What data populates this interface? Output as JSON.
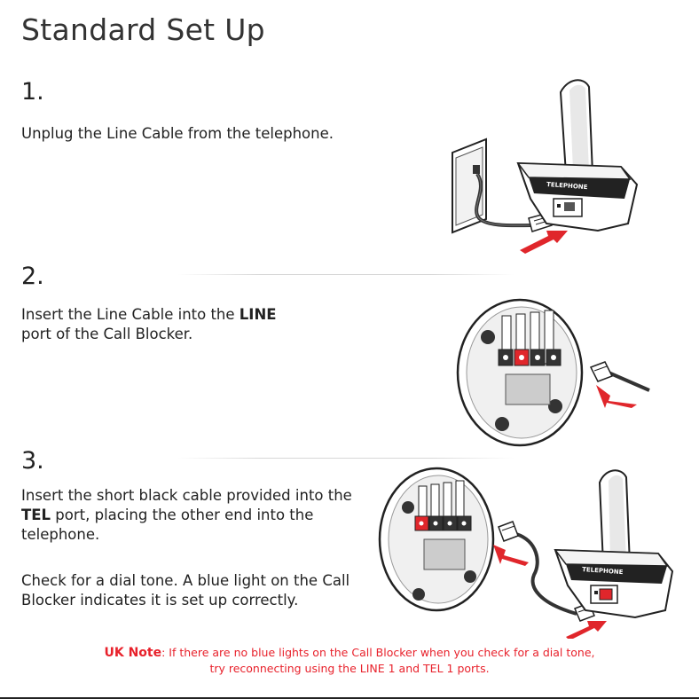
{
  "title": "Standard Set Up",
  "steps": [
    {
      "number": "1.",
      "text": "Unplug the Line Cable from the telephone."
    },
    {
      "number": "2.",
      "text_before": "Insert the Line Cable into the ",
      "text_bold": "LINE",
      "text_after": "port of the Call Blocker."
    },
    {
      "number": "3.",
      "text_before": "Insert the short black cable provided into the ",
      "text_bold": "TEL",
      "text_after": " port, placing the other end into the telephone.",
      "text2": "Check for a dial tone. A blue light on the Call Blocker indicates it is set up correctly."
    }
  ],
  "phone_label": "TELEPHONE",
  "uk_note": {
    "label": "UK Note",
    "line1": ": If there are no blue lights on the Call Blocker when you check for a dial tone,",
    "line2": "try reconnecting using the LINE 1 and TEL 1 ports."
  },
  "colors": {
    "accent_red": "#e8212b",
    "port_red": "#e0262b"
  }
}
